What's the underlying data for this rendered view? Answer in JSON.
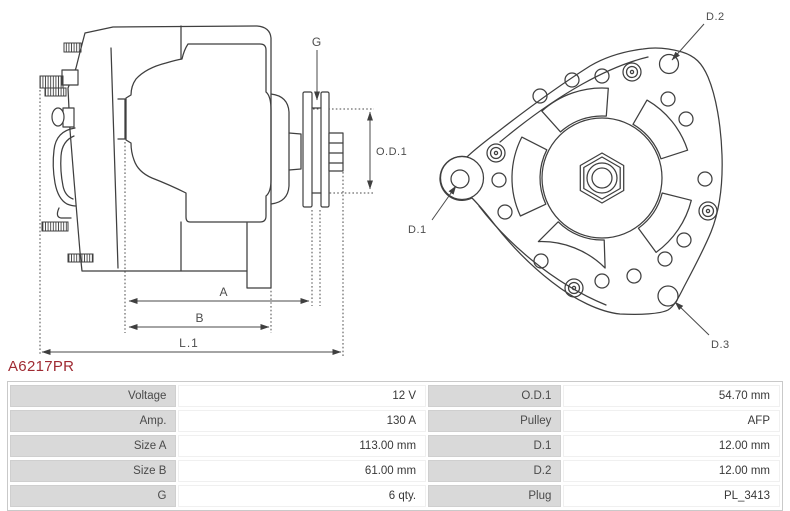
{
  "part_number": "A6217PR",
  "diagram": {
    "side_view": {
      "labels": {
        "g": "G",
        "od1": "O.D.1",
        "a": "A",
        "b": "B",
        "l1": "L.1"
      }
    },
    "front_view": {
      "labels": {
        "d1": "D.1",
        "d2": "D.2",
        "d3": "D.3"
      }
    }
  },
  "spec_table": {
    "rows": [
      {
        "label_left": "Voltage",
        "value_left": "12 V",
        "label_right": "O.D.1",
        "value_right": "54.70 mm"
      },
      {
        "label_left": "Amp.",
        "value_left": "130 A",
        "label_right": "Pulley",
        "value_right": "AFP"
      },
      {
        "label_left": "Size A",
        "value_left": "113.00 mm",
        "label_right": "D.1",
        "value_right": "12.00 mm"
      },
      {
        "label_left": "Size B",
        "value_left": "61.00 mm",
        "label_right": "D.2",
        "value_right": "12.00 mm"
      },
      {
        "label_left": "G",
        "value_left": "6 qty.",
        "label_right": "Plug",
        "value_right": "PL_3413"
      }
    ]
  },
  "colors": {
    "part_number_red": "#9f2a32",
    "drawing_line": "#3f3f3f",
    "table_label_bg": "#d9d9d9",
    "table_border": "#c9c9c9"
  }
}
